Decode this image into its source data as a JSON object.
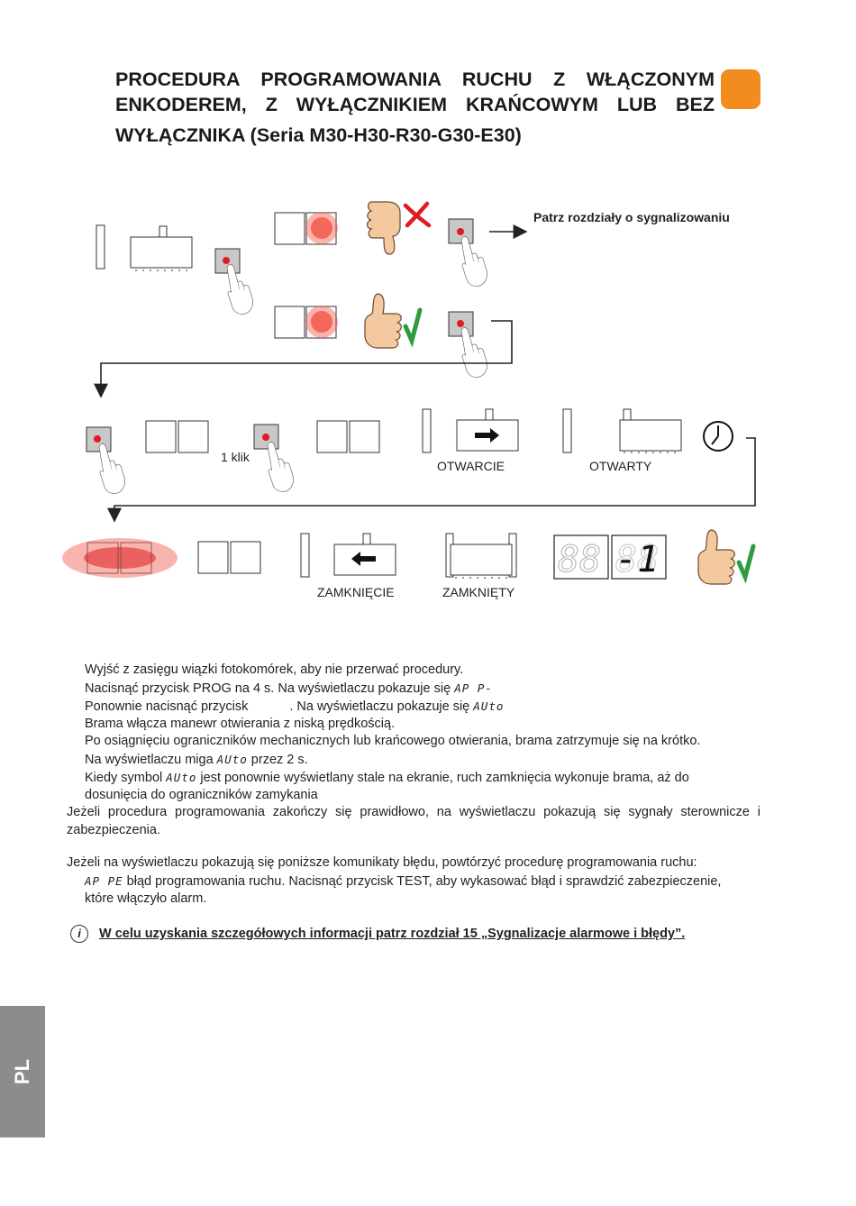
{
  "header": {
    "title_line1": "PROCEDURA PROGRAMOWANIA RUCHU Z WŁĄCZONYM",
    "title_line2": "ENKODEREM, Z WYŁĄCZNIKIEM KRAŃCOWYM LUB BEZ",
    "title_line3": "WYŁĄCZNIKA  (Seria M30-H30-R30-G30-E30)",
    "accent_color": "#f28c1e"
  },
  "side_tab": {
    "label": "PL",
    "color": "#8c8c8c"
  },
  "diagram": {
    "see_signaling": "Patrz rozdziały o sygnalizowaniu",
    "one_click": "1 klik",
    "opening": "OTWARCIE",
    "open": "OTWARTY",
    "closing": "ZAMKNIĘCIE",
    "closed": "ZAMKNIĘTY",
    "display_left": "88",
    "display_right": "-1",
    "ok_color": "#2e9b3e",
    "error_color": "#e01b24",
    "led_color": "#f25a4a"
  },
  "steps": {
    "s1": "Wyjść z zasięgu wiązki fotokomórek, aby nie przerwać procedury.",
    "s2_a": "Nacisnąć przycisk PROG na 4 s. Na wyświetlaczu pokazuje się ",
    "s2_code": "AP P-",
    "s3_a": "Ponownie nacisnąć przycisk ",
    "s3_b": ". Na wyświetlaczu pokazuje się ",
    "s3_code": "AUto",
    "s4": "Brama włącza manewr otwierania z niską prędkością.",
    "s5": "Po osiągnięciu ograniczników mechanicznych lub krańcowego otwierania, brama zatrzymuje się na krótko.",
    "s6_a": "Na wyświetlaczu miga ",
    "s6_code": "AUto",
    "s6_b": "  przez 2 s.",
    "s7_a": "Kiedy symbol ",
    "s7_code": "AUto",
    "s7_b": "  jest ponownie wyświetlany stale na ekranie,  ruch zamknięcia wykonuje brama, aż do",
    "s7_c": "dosunięcia do ograniczników zamykania",
    "p1": "Jeżeli procedura programowania zakończy się prawidłowo, na wyświetlaczu pokazują się sygnały sterownicze i zabezpieczenia.",
    "p2": "Jeżeli na wyświetlaczu pokazują się poniższe komunikaty błędu, powtórzyć procedurę programowania ruchu:",
    "err_code": "AP PE",
    "err_a": "  błąd programowania ruchu. Nacisnąć przycisk TEST, aby wykasować błąd i sprawdzić zabezpieczenie,",
    "err_b": "które włączyło alarm."
  },
  "note": {
    "icon": "info-icon",
    "text": "W celu uzyskania szczegółowych informacji patrz rozdział 15 „Sygnalizacje alarmowe i błędy”."
  }
}
